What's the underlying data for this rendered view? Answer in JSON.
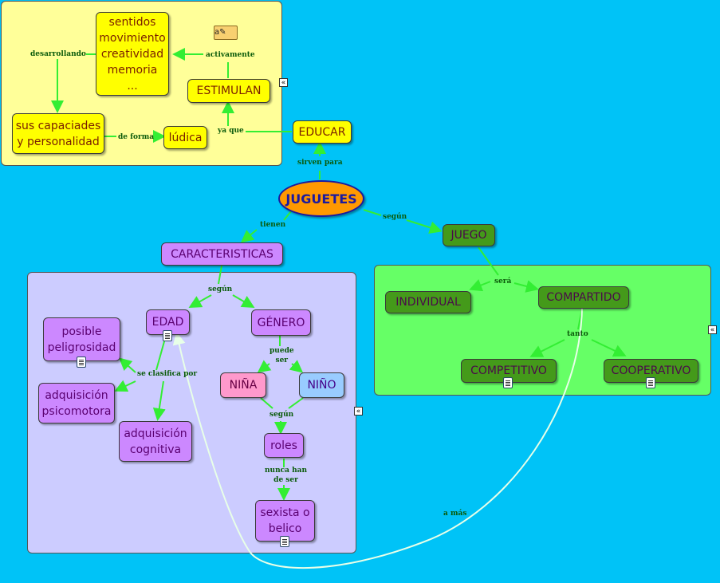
{
  "central": "JUGUETES",
  "nodes": {
    "sentidos": "sentidos\nmovimiento\ncreatividad\nmemoria\n...",
    "estimulan": "ESTIMULAN",
    "capacidades": "sus capaciades\ny personalidad",
    "ludica": "lúdica",
    "educar": "EDUCAR",
    "caracteristicas": "CARACTERISTICAS",
    "juego": "JUEGO",
    "individual": "INDIVIDUAL",
    "compartido": "COMPARTIDO",
    "competitivo": "COMPETITIVO",
    "cooperativo": "COOPERATIVO",
    "edad": "EDAD",
    "genero": "GÉNERO",
    "posible": "posible\npeligrosidad",
    "psicomotora": "adquisición\npsicomotora",
    "cognitiva": "adquisición\ncognitiva",
    "nina": "NIÑA",
    "nino": "NIÑO",
    "roles": "roles",
    "sexista": "sexista o\nbelico"
  },
  "links": {
    "desarrollando": "desarrollando",
    "activamente": "activamente",
    "de_forma": "de forma",
    "ya_que": "ya que",
    "sirven_para": "sirven para",
    "tienen": "tienen",
    "segun_juego": "según",
    "segun_car": "según",
    "sera": "será",
    "tanto": "tanto",
    "puede_ser": "puede\nser",
    "se_clasifica": "se clasifica por",
    "segun_genero": "según",
    "nunca": "nunca han\nde ser",
    "a_mas": "a más"
  },
  "colors": {
    "background": "#00c3f7",
    "yellow_region": "#ffff99",
    "green_region": "#66ff66",
    "purple_region": "#ccccff",
    "connector": "#33ee33",
    "long_link": "#e8ffe8"
  }
}
